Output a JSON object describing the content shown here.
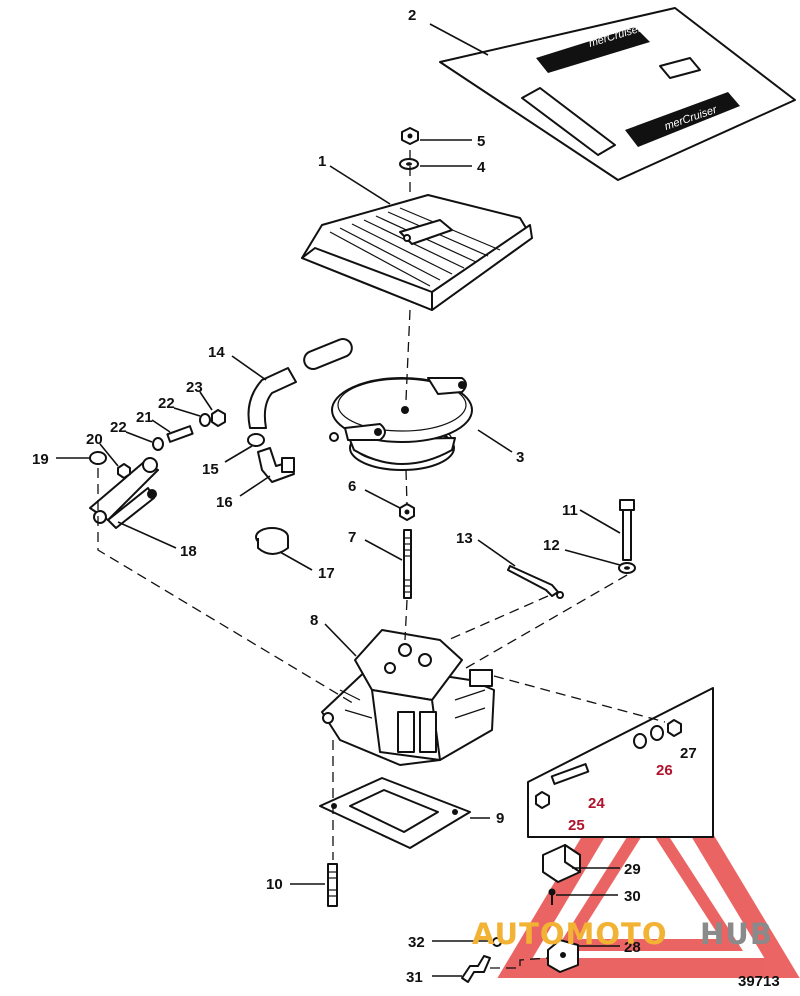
{
  "figure_number": "39713",
  "decal_brand": "merCruiser",
  "watermark": {
    "text_part1": "AUTOMOTO",
    "text_part2": "HUB",
    "color_red": "#e84a4a",
    "color_gold": "#f2b233",
    "color_gray": "#8a8a8a"
  },
  "callouts": [
    {
      "id": "1",
      "text": "1"
    },
    {
      "id": "2",
      "text": "2"
    },
    {
      "id": "3",
      "text": "3"
    },
    {
      "id": "4",
      "text": "4"
    },
    {
      "id": "5",
      "text": "5"
    },
    {
      "id": "6",
      "text": "6"
    },
    {
      "id": "7",
      "text": "7"
    },
    {
      "id": "8",
      "text": "8"
    },
    {
      "id": "9",
      "text": "9"
    },
    {
      "id": "10",
      "text": "10"
    },
    {
      "id": "11",
      "text": "11"
    },
    {
      "id": "12",
      "text": "12"
    },
    {
      "id": "13",
      "text": "13"
    },
    {
      "id": "14",
      "text": "14"
    },
    {
      "id": "15",
      "text": "15"
    },
    {
      "id": "16",
      "text": "16"
    },
    {
      "id": "17",
      "text": "17"
    },
    {
      "id": "18",
      "text": "18"
    },
    {
      "id": "19",
      "text": "19"
    },
    {
      "id": "20",
      "text": "20"
    },
    {
      "id": "21",
      "text": "21"
    },
    {
      "id": "22a",
      "text": "22"
    },
    {
      "id": "22b",
      "text": "22"
    },
    {
      "id": "23",
      "text": "23"
    },
    {
      "id": "24",
      "text": "24"
    },
    {
      "id": "25",
      "text": "25"
    },
    {
      "id": "26",
      "text": "26"
    },
    {
      "id": "27",
      "text": "27"
    },
    {
      "id": "28",
      "text": "28"
    },
    {
      "id": "29",
      "text": "29"
    },
    {
      "id": "30",
      "text": "30"
    },
    {
      "id": "31",
      "text": "31"
    },
    {
      "id": "32",
      "text": "32"
    }
  ]
}
